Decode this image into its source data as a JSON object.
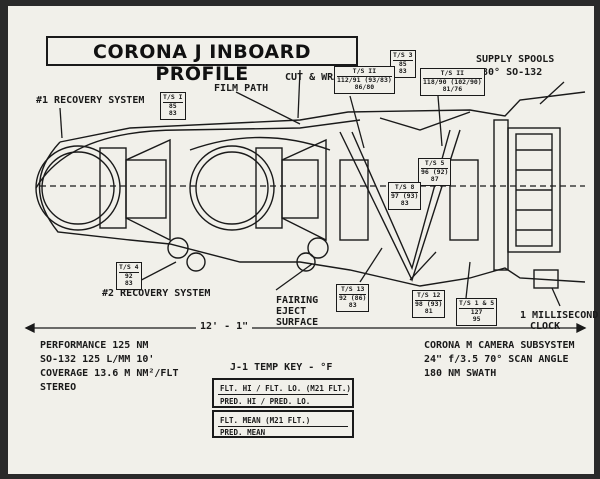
{
  "title": "CORONA J INBOARD PROFILE",
  "labels": {
    "recovery1": "#1 RECOVERY SYSTEM",
    "recovery2": "#2 RECOVERY SYSTEM",
    "film_path": "FILM PATH",
    "cut_wrap": "CUT & WRAP",
    "supply_spools": "SUPPLY SPOOLS",
    "supply_spools_2": "180° SO-132",
    "fairing": "FAIRING",
    "eject": "EJECT",
    "surface": "SURFACE",
    "clock": "1 MILLISECOND",
    "clock2": "CLOCK",
    "length": "12' - 1\""
  },
  "temp_sensors": [
    {
      "name": "T/S I",
      "v1": "85",
      "v2": "83"
    },
    {
      "name": "T/S 3",
      "v1": "85",
      "v2": "83"
    },
    {
      "name": "T/S II",
      "v1": "112/91 (93/83)",
      "v2": "86/80"
    },
    {
      "name": "T/S II",
      "v1": "118/90 (102/90)",
      "v2": "81/76"
    },
    {
      "name": "T/S 5",
      "v1": "96 (92)",
      "v2": "87"
    },
    {
      "name": "T/S 8",
      "v1": "97 (93)",
      "v2": "83"
    },
    {
      "name": "T/S 4",
      "v1": "92",
      "v2": "83"
    },
    {
      "name": "T/S 13",
      "v1": "92 (86)",
      "v2": "83"
    },
    {
      "name": "T/S 12",
      "v1": "98 (93)",
      "v2": "81"
    },
    {
      "name": "T/S 1 & 5",
      "v1": "127",
      "v2": "95"
    }
  ],
  "specs_left": [
    "PERFORMANCE  125 NM",
    "SO-132  125 L/MM  10'",
    "COVERAGE  13.6 M NM²/FLT",
    "STEREO"
  ],
  "specs_right": [
    "CORONA M CAMERA SUBSYSTEM",
    "24\" f/3.5   70° SCAN ANGLE",
    "180 NM SWATH"
  ],
  "key": {
    "title": "J-1 TEMP KEY - °F",
    "row1_top": "FLT. HI / FLT. LO.   (M21 FLT.)",
    "row1_bottom": "PRED. HI / PRED. LO.",
    "row2_top": "FLT. MEAN   (M21 FLT.)",
    "row2_bottom": "PRED. MEAN"
  }
}
